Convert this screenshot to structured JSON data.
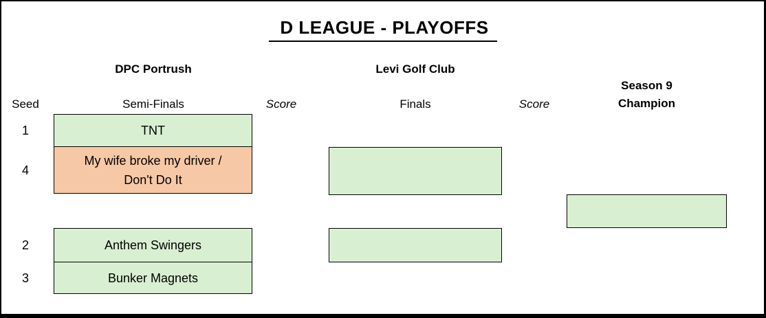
{
  "title": "D LEAGUE - PLAYOFFS",
  "headers": {
    "seed": "Seed",
    "semifinal_venue": "DPC Portrush",
    "semifinal_round": "Semi-Finals",
    "score_left": "Score",
    "final_venue": "Levi Golf Club",
    "final_round": "Finals",
    "score_right": "Score",
    "champion_line1": "Season 9",
    "champion_line2": "Champion"
  },
  "bracket": {
    "semifinals": [
      {
        "seed": "1",
        "team": "TNT",
        "fill": "green"
      },
      {
        "seed": "4",
        "team": "My wife broke my driver /\nDon't Do It",
        "fill": "orange"
      },
      {
        "seed": "2",
        "team": "Anthem Swingers",
        "fill": "green"
      },
      {
        "seed": "3",
        "team": "Bunker Magnets",
        "fill": "green"
      }
    ],
    "finals_slots": [
      "",
      ""
    ],
    "champion_slot": ""
  },
  "colors": {
    "green": "#d9efd2",
    "orange": "#f7c8a6",
    "border": "#000000",
    "background": "#ffffff"
  }
}
